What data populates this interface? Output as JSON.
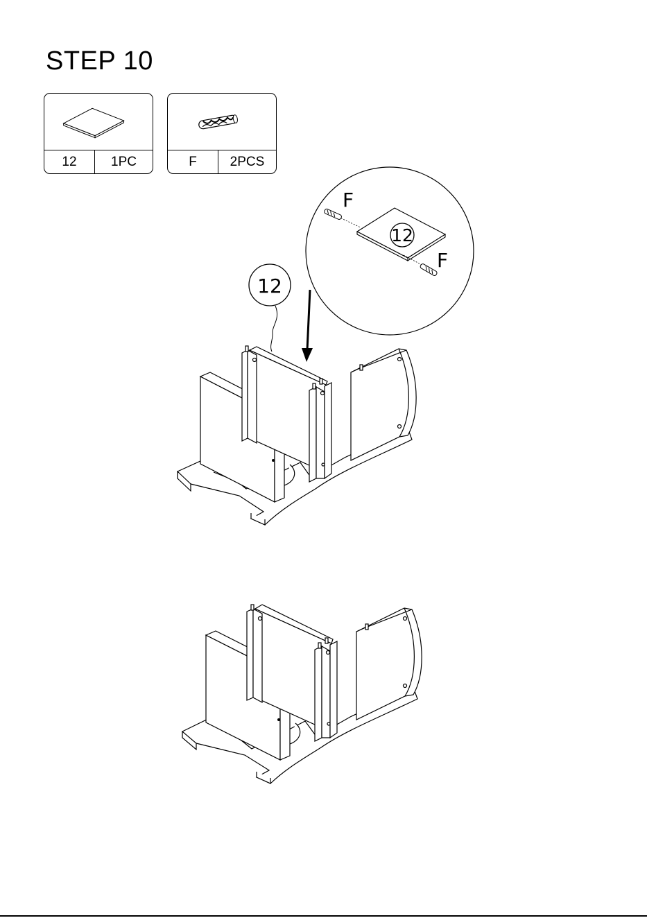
{
  "header": {
    "title": "STEP 10"
  },
  "parts": [
    {
      "id": "12",
      "qty": "1PC",
      "icon": "panel-icon"
    },
    {
      "id": "F",
      "qty": "2PCS",
      "icon": "dowel-icon"
    }
  ],
  "detail": {
    "dowel_label_top": "F",
    "dowel_label_bottom": "F",
    "panel_label": "12"
  },
  "assembly": {
    "callout_label": "12"
  }
}
